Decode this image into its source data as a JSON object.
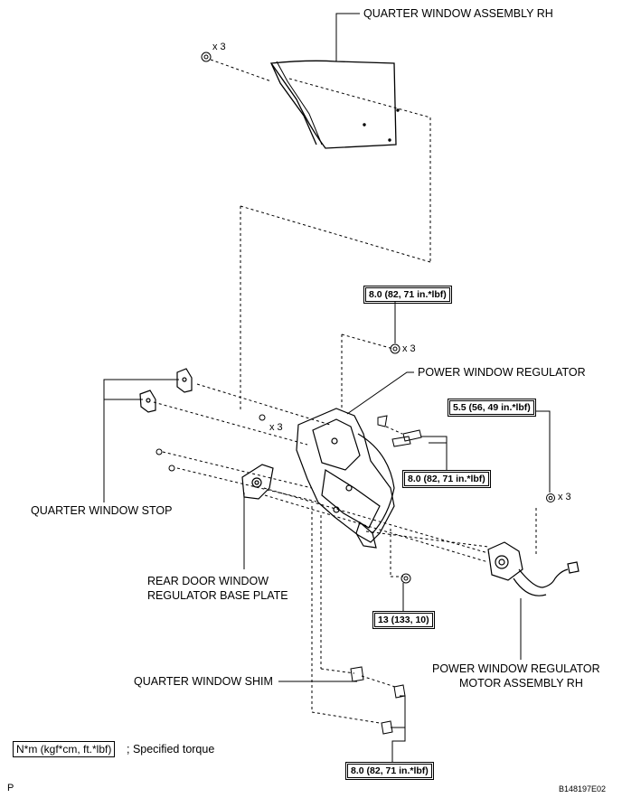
{
  "labels": {
    "quarter_window_assembly": "QUARTER WINDOW ASSEMBLY RH",
    "power_window_regulator": "POWER WINDOW REGULATOR",
    "quarter_window_stop": "QUARTER WINDOW STOP",
    "base_plate_line1": "REAR DOOR WINDOW",
    "base_plate_line2": "REGULATOR BASE PLATE",
    "quarter_window_shim": "QUARTER WINDOW SHIM",
    "motor_line1": "POWER WINDOW REGULATOR",
    "motor_line2": "MOTOR ASSEMBLY RH"
  },
  "quantities": {
    "nuts_glass": "x 3",
    "nuts_regulator_top": "x 3",
    "bolts_regulator": "x 3",
    "nuts_motor": "x 3"
  },
  "torques": {
    "regulator_nuts": "8.0 (82, 71 in.*lbf)",
    "regulator_bolts": "8.0 (82, 71 in.*lbf)",
    "motor_nuts": "5.5 (56, 49 in.*lbf)",
    "regulator_lower_nut": "13 (133, 10)",
    "shim_bolts": "8.0 (82, 71 in.*lbf)"
  },
  "legend": {
    "unit": "N*m (kgf*cm, ft.*lbf)",
    "description": "; Specified torque"
  },
  "footer": {
    "letter": "P",
    "code": "B148197E02"
  }
}
